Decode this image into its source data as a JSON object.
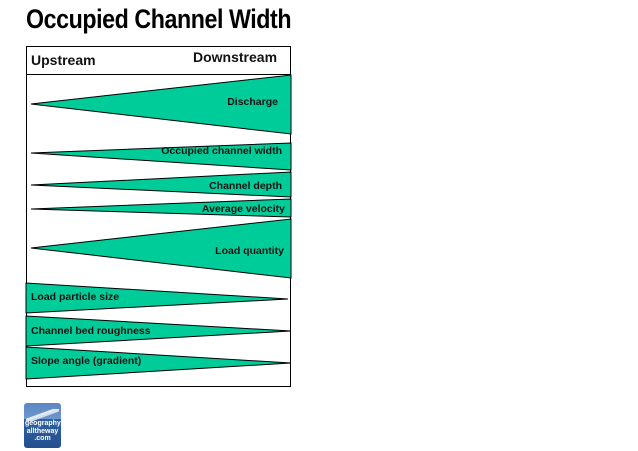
{
  "title": "Occupied Channel Width",
  "headers": {
    "left": "Upstream",
    "right": "Downstream"
  },
  "rows": [
    {
      "label": "Discharge",
      "direction": "increasing"
    },
    {
      "label": "Occupied channel width",
      "direction": "increasing"
    },
    {
      "label": "Channel depth",
      "direction": "increasing"
    },
    {
      "label": "Average velocity",
      "direction": "increasing"
    },
    {
      "label": "Load quantity",
      "direction": "increasing"
    },
    {
      "label": "Load particle size",
      "direction": "decreasing"
    },
    {
      "label": "Channel bed roughness",
      "direction": "decreasing"
    },
    {
      "label": "Slope angle (gradient)",
      "direction": "decreasing"
    }
  ],
  "colors": {
    "wedge": "#00cc99",
    "stroke": "#000000"
  },
  "logo": {
    "lines": [
      "geography",
      "alltheway",
      ".com"
    ]
  }
}
